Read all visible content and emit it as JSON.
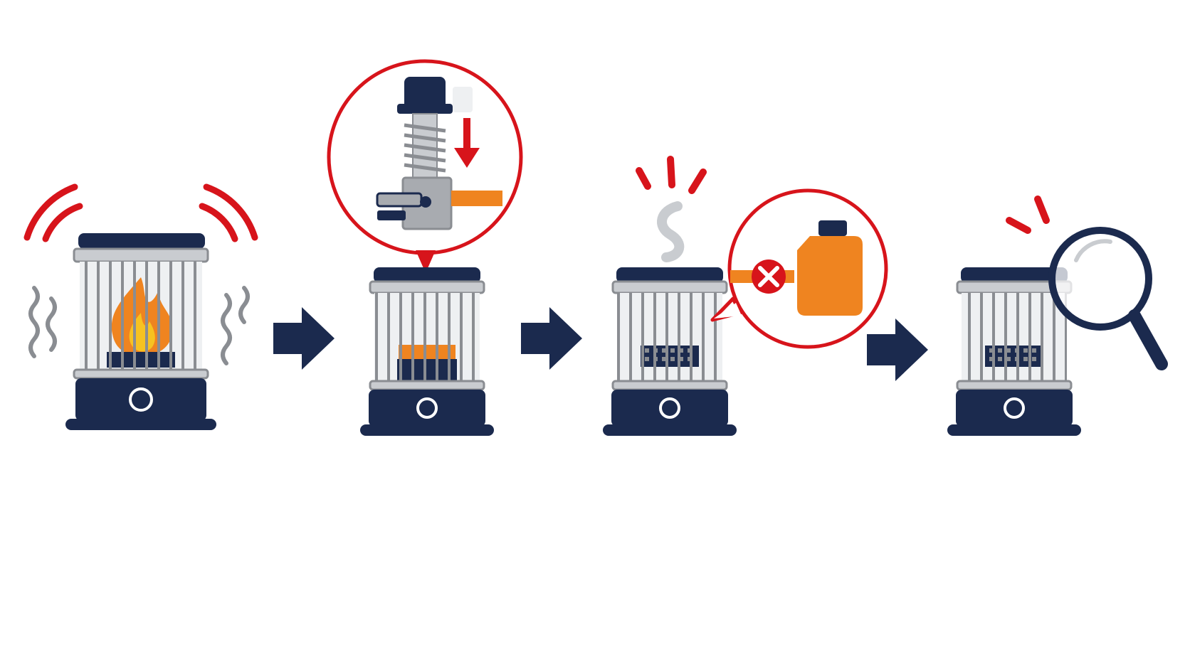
{
  "colors": {
    "navy": "#1b2a4e",
    "red": "#d7141b",
    "orange": "#ef8420",
    "flame_yellow": "#f7c221",
    "grey": "#8a8d92",
    "light_grey": "#c9ccd0",
    "background": "#ffffff"
  },
  "steps": [
    {
      "id": "shaking-heater",
      "flame": true,
      "effects": [
        "vibration-arcs-icon",
        "shake-lines-icon"
      ]
    },
    {
      "id": "safety-valve-drop",
      "flame": "low",
      "callout": "spring-valve-icon"
    },
    {
      "id": "fuel-cut-off",
      "flame": false,
      "effects": [
        "alert-burst-icon",
        "smoke-icon"
      ],
      "callout": "fuel-tank-blocked-icon"
    },
    {
      "id": "inspection",
      "flame": false,
      "effects": [
        "alert-burst-icon"
      ],
      "callout": "magnifier-icon"
    }
  ],
  "arrows": [
    "arrow-right-icon",
    "arrow-right-icon",
    "arrow-right-icon"
  ]
}
